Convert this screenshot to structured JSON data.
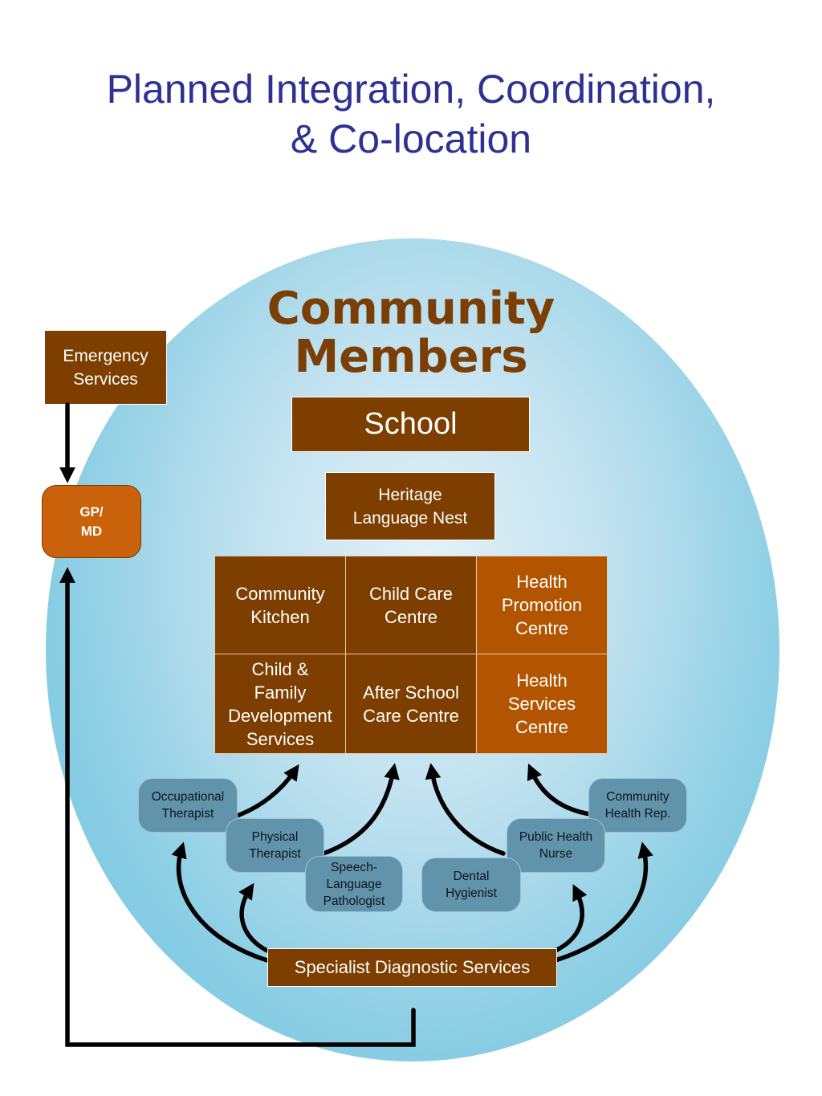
{
  "title_lines": [
    "Planned Integration, Coordination,",
    "& Co-location"
  ],
  "heading_lines": [
    "Community",
    "Members"
  ],
  "boxes": {
    "emergency": [
      "Emergency",
      "Services"
    ],
    "gp": [
      "GP/",
      "MD"
    ],
    "school": "School",
    "heritage": [
      "Heritage",
      "Language Nest"
    ],
    "specialist": "Specialist Diagnostic Services"
  },
  "centres": {
    "community_kitchen": [
      "Community",
      "Kitchen"
    ],
    "child_care": [
      "Child Care",
      "Centre"
    ],
    "health_promotion": [
      "Health",
      "Promotion",
      "Centre"
    ],
    "child_family": [
      "Child &",
      "Family",
      "Development",
      "Services"
    ],
    "after_school": [
      "After School",
      "Care Centre"
    ],
    "health_services": [
      "Health",
      "Services",
      "Centre"
    ]
  },
  "practitioners": {
    "occupational": [
      "Occupational",
      "Therapist"
    ],
    "physical": [
      "Physical",
      "Therapist"
    ],
    "speech": [
      "Speech-",
      "Language",
      "Pathologist"
    ],
    "dental": [
      "Dental",
      "Hygienist"
    ],
    "public_health": [
      "Public Health",
      "Nurse"
    ],
    "community_health": [
      "Community",
      "Health Rep."
    ]
  },
  "colors": {
    "title": "#2e3192",
    "heading": "#7b3f06",
    "brown_box": "#7d3e00",
    "orange_box": "#b35500",
    "gp_box": "#c9620a",
    "practitioner": "#6193ab",
    "circle": "#66c2df",
    "arrow": "#000000"
  }
}
